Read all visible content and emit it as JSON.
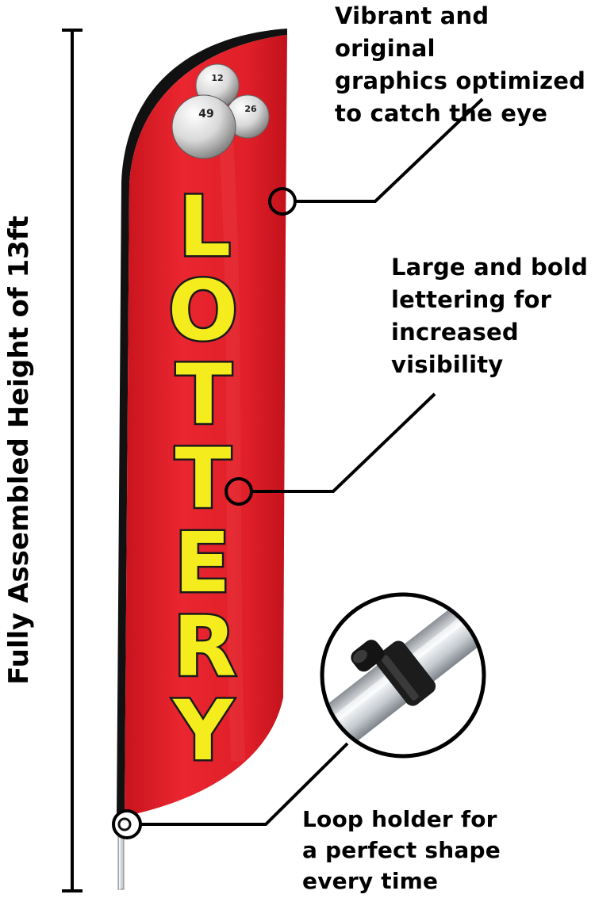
{
  "height_label": "Fully Assembled Height of 13ft",
  "flag": {
    "word": "LOTTERY",
    "letters": [
      "L",
      "O",
      "T",
      "T",
      "E",
      "R",
      "Y"
    ],
    "ball_numbers": [
      "12",
      "49",
      "26"
    ],
    "colors": {
      "background": "#e3202a",
      "lettering": "#f4ec1c",
      "lettering_outline": "#1a1a1a",
      "edge_sleeve": "#111111"
    }
  },
  "callouts": {
    "graphics": "Vibrant and original\ngraphics optimized\nto catch the eye",
    "lettering": "Large and bold\nlettering for\nincreased\nvisibility",
    "loop_holder": "Loop holder for\na perfect shape\nevery time"
  }
}
